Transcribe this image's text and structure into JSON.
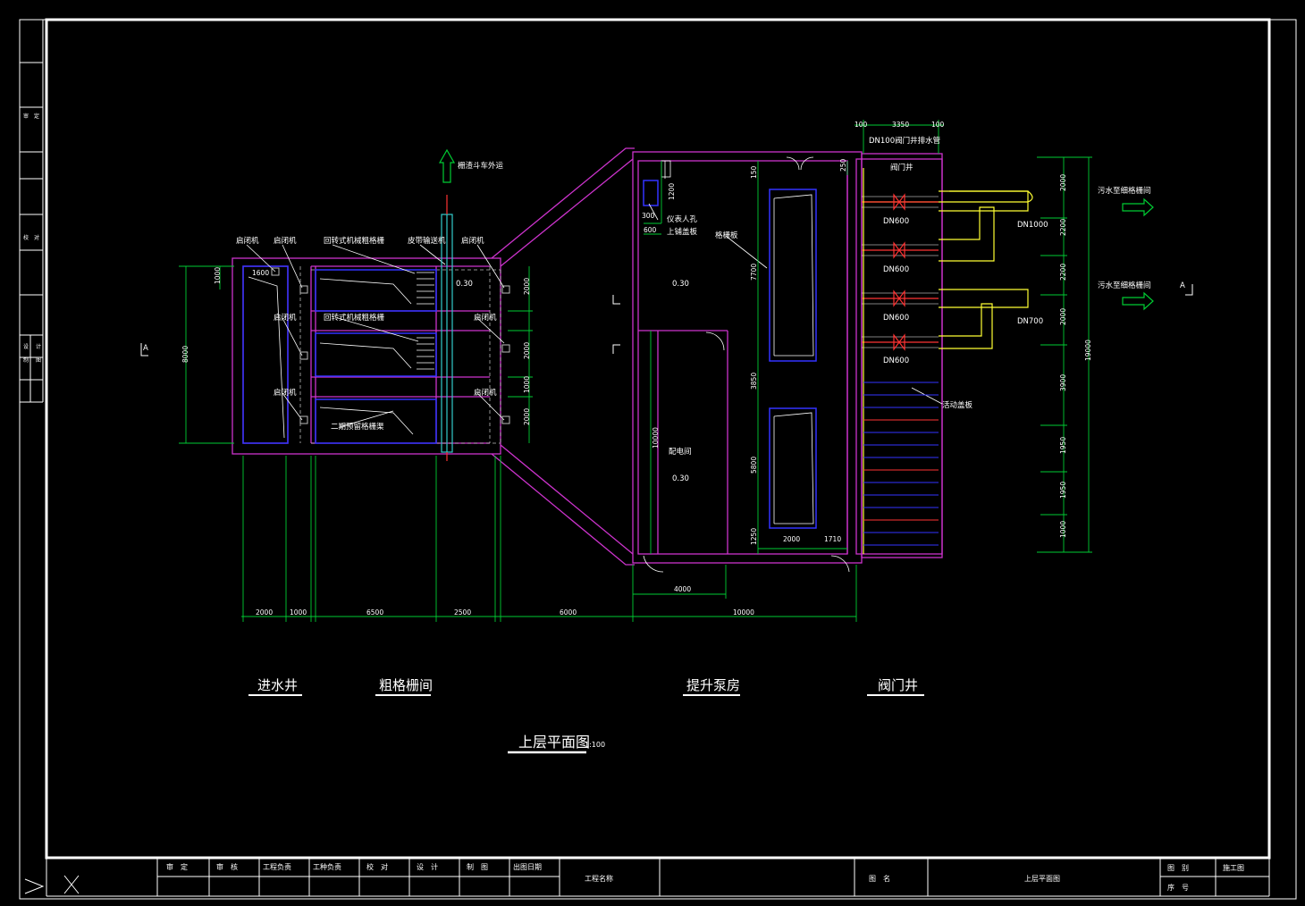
{
  "colors": {
    "background": "#000000",
    "frame": "#ffffff",
    "wall": "#cc33cc",
    "dimension": "#00cc33",
    "text": "#ffffff",
    "equipment": "#3333ff",
    "pipe": "#ffff33",
    "cyan": "#33cccc",
    "red": "#ff3333"
  },
  "side_strip": [
    "审",
    "定",
    "校",
    "对",
    "设",
    "计",
    "制",
    "图"
  ],
  "labels": {
    "outlet_arrow": "栅渣斗车外运",
    "gate_1": "启闭机",
    "gate_2": "启闭机",
    "gate_3": "启闭机",
    "gate_4": "启闭机",
    "gate_5": "启闭机",
    "gate_6": "启闭机",
    "gate_7": "启闭机",
    "screen_1": "回转式机械粗格栅",
    "screen_2": "回转式机械粗格栅",
    "screen_3": "二期预留格栅渠",
    "conveyor": "皮带输送机",
    "elev_1": "0.30",
    "elev_2": "0.30",
    "elev_3": "0.30",
    "instrument": "仪表人孔",
    "cover": "上铺盖板",
    "grate_cover": "格栅板",
    "distribution": "配电间",
    "valve_drain": "DN100阀门井排水管",
    "valve_well": "阀门井",
    "out_1": "污水至细格栅间",
    "out_2": "污水至细格栅间",
    "dn_1": "DN600",
    "dn_2": "DN600",
    "dn_3": "DN600",
    "dn_4": "DN600",
    "dn_big_1": "DN1000",
    "dn_big_2": "DN700",
    "movable_cover": "活动盖板",
    "section_a_left": "A",
    "section_a_right": "A"
  },
  "dimensions": {
    "d_1600": "1600",
    "d_1000_l": "1000",
    "d_8000_l": "8000",
    "d_2000_a": "2000",
    "d_2000_b": "2000",
    "d_1000_r": "1000",
    "d_2000_c": "2000",
    "d_300": "300",
    "d_1200": "1200",
    "d_600": "600",
    "d_150": "150",
    "d_7700": "7700",
    "d_3850": "3850",
    "d_5800": "5800",
    "d_1250": "1250",
    "d_10000_v": "10000",
    "d_2000_w": "2000",
    "d_1710": "1710",
    "d_250": "250",
    "d_100_a": "100",
    "d_3350": "3350",
    "d_100_b": "100",
    "r_2000": "2000",
    "r_2200": "2200",
    "r_2200b": "2200",
    "r_2000b": "2000",
    "r_3900": "3900",
    "r_1950": "1950",
    "r_1950b": "1950",
    "r_1000": "1000",
    "r_19000": "19000",
    "b_2000": "2000",
    "b_1000": "1000",
    "b_6500": "6500",
    "b_2500": "2500",
    "b_6000": "6000",
    "b_10000": "10000",
    "b_4000": "4000"
  },
  "zones": {
    "inlet": "进水井",
    "coarse": "粗格栅间",
    "pump": "提升泵房",
    "valve": "阀门井"
  },
  "title": {
    "text": "上层平面图",
    "scale": "1:100"
  },
  "title_block": {
    "c1": "审　定",
    "c2": "审　核",
    "c3": "工程负责",
    "c4": "工种负责",
    "c5": "校　对",
    "c6": "设　计",
    "c7": "制　图",
    "c8": "出图日期",
    "project_label": "工程名称",
    "drawing_label": "图　名",
    "drawing_name": "上层平面图",
    "tu_label": "图　别",
    "tu_value": "施工图",
    "seq_label": "序　号"
  }
}
